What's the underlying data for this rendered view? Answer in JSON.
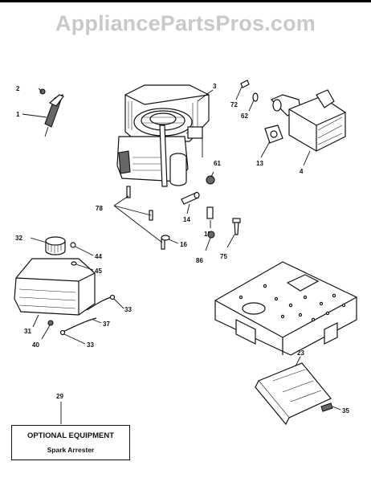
{
  "watermark": "AppliancePartsPros.com",
  "callouts": {
    "c1": "1",
    "c2": "2",
    "c3": "3",
    "c4": "4",
    "c13": "13",
    "c14": "14",
    "c15": "15",
    "c16": "16",
    "c23": "23",
    "c29": "29",
    "c31": "31",
    "c32": "32",
    "c33a": "33",
    "c33b": "33",
    "c35": "35",
    "c37": "37",
    "c40": "40",
    "c44": "44",
    "c45": "45",
    "c61": "61",
    "c62": "62",
    "c72": "72",
    "c75": "75",
    "c78": "78",
    "c86": "86"
  },
  "optional_box": {
    "title": "OPTIONAL EQUIPMENT",
    "subtitle": "Spark Arrester"
  }
}
